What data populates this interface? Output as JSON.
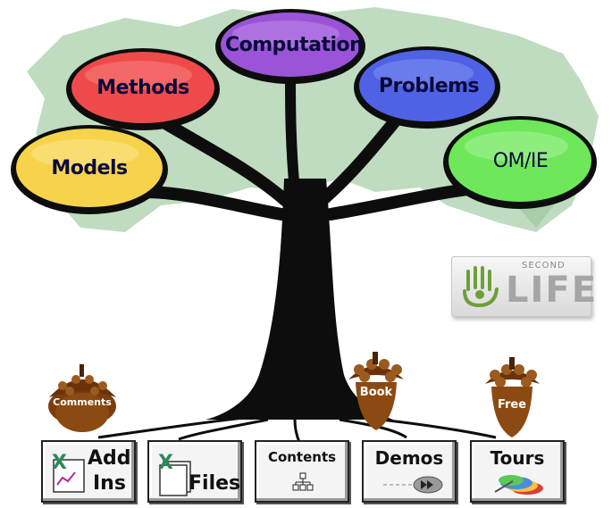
{
  "bubbles": {
    "computation": "Computation",
    "methods": "Methods",
    "problems": "Problems",
    "models": "Models",
    "omie": "OM/IE"
  },
  "acorns": {
    "comments": "Comments",
    "book": "Book",
    "free": "Free"
  },
  "buttons": {
    "addins_line1": "Add",
    "addins_line2": "Ins",
    "files": "Files",
    "contents": "Contents",
    "demos": "Demos",
    "tours": "Tours"
  },
  "logo": {
    "small": "SECOND",
    "big": "LIFE"
  },
  "colors": {
    "computation": "#9b54d8",
    "methods": "#ef4a4a",
    "problems": "#4f62e6",
    "models": "#f7d34c",
    "omie": "#6ee85a",
    "foliage": "#bfdcc0",
    "trunk": "#0d0d0d",
    "acorn": "#8a4a12"
  }
}
